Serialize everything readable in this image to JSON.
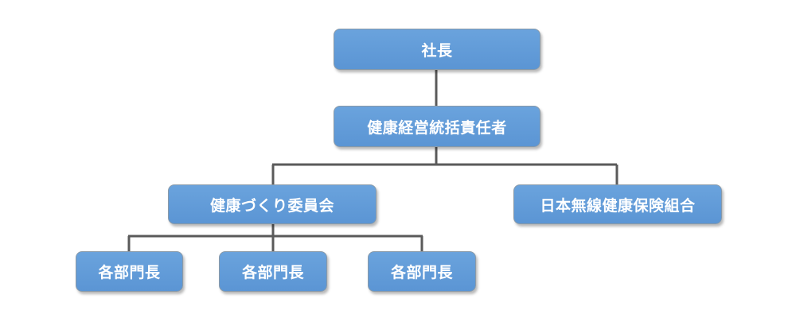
{
  "org_chart": {
    "nodes": {
      "president": "社長",
      "health_lead": "健康経営統括責任者",
      "committee": "健康づくり委員会",
      "union": "日本無線健康保険組合",
      "dept_1": "各部門長",
      "dept_2": "各部門長",
      "dept_3": "各部門長"
    },
    "links": [
      [
        "president",
        "health_lead"
      ],
      [
        "health_lead",
        "committee"
      ],
      [
        "health_lead",
        "union"
      ],
      [
        "committee",
        "dept_1"
      ],
      [
        "committee",
        "dept_2"
      ],
      [
        "committee",
        "dept_3"
      ]
    ],
    "colors": {
      "box_fill": "#5b9bd5",
      "box_border": "#8a9aa8",
      "connector": "#5a5a5a",
      "text": "#ffffff"
    }
  }
}
